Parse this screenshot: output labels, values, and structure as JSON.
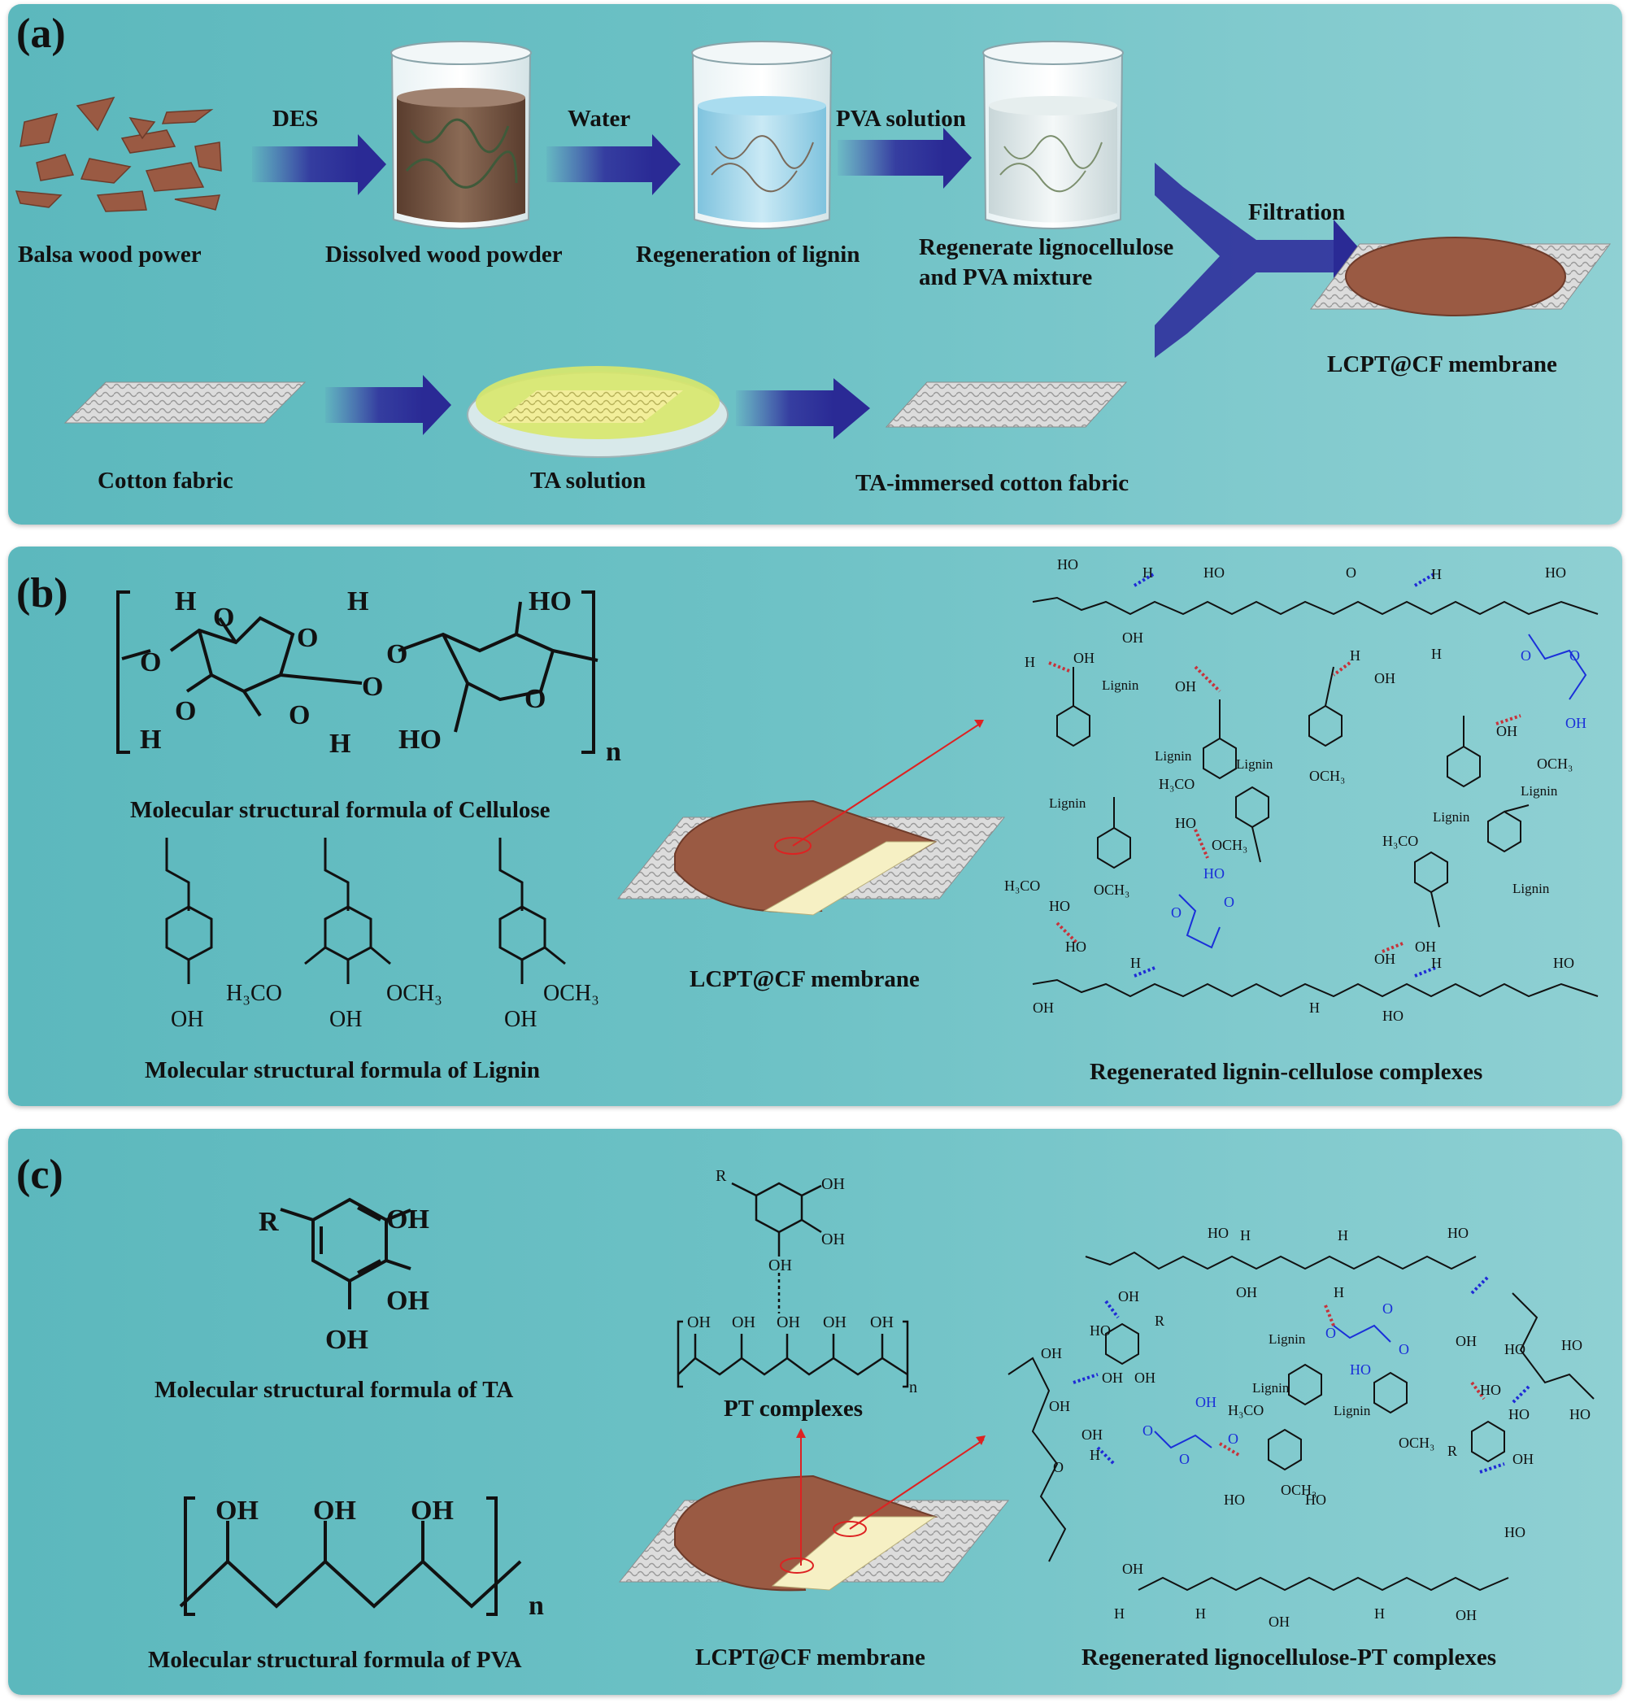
{
  "panels": {
    "a": {
      "label": "(a)",
      "steps": {
        "balsa": "Balsa wood power",
        "dissolved": "Dissolved wood powder",
        "regeneration": "Regeneration of lignin",
        "mixture_line1": "Regenerate lignocellulose",
        "mixture_line2": "and PVA mixture",
        "membrane": "LCPT@CF membrane",
        "cotton": "Cotton fabric",
        "ta_solution": "TA solution",
        "ta_cotton": "TA-immersed cotton fabric"
      },
      "arrows": {
        "des": "DES",
        "water": "Water",
        "pva": "PVA solution",
        "filtration": "Filtration"
      }
    },
    "b": {
      "label": "(b)",
      "cellulose_caption": "Molecular structural formula of Cellulose",
      "lignin_caption": "Molecular structural formula of Lignin",
      "membrane_caption": "LCPT@CF membrane",
      "complex_caption": "Regenerated lignin-cellulose complexes",
      "lignin_word": "Lignin",
      "n": "n"
    },
    "c": {
      "label": "(c)",
      "ta_caption": "Molecular structural formula of TA",
      "pva_caption": "Molecular structural formula of PVA",
      "pt_caption": "PT complexes",
      "membrane_caption": "LCPT@CF membrane",
      "complex_caption": "Regenerated lignocellulose-PT complexes",
      "n": "n"
    }
  },
  "colors": {
    "arrow_blue": "#2f2f9c",
    "wood_brown": "#9a5a43",
    "hbond_blue": "#1f2ad6",
    "hbond_red": "#c8323a",
    "ester_blue": "#1a2fd9"
  }
}
